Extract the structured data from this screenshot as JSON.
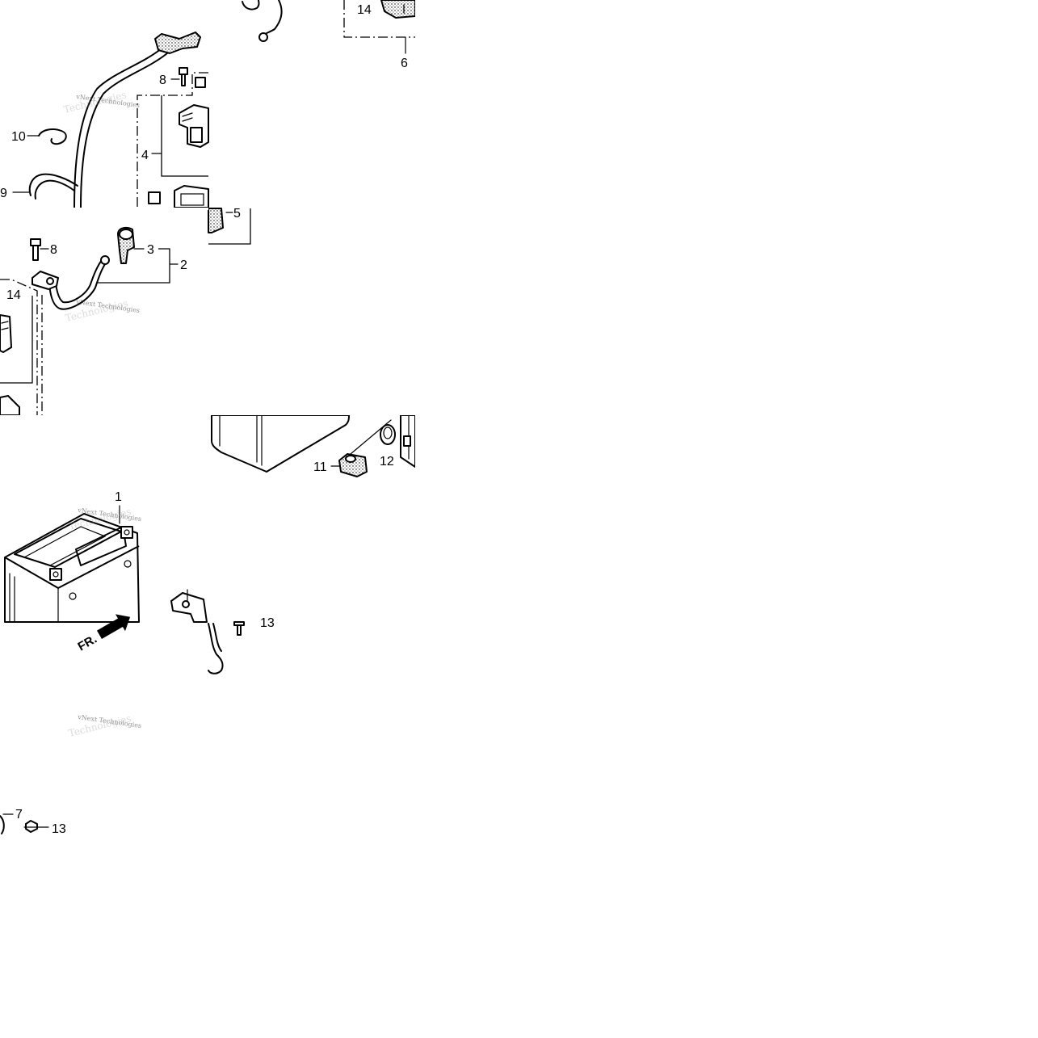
{
  "callouts": {
    "c1": "1",
    "c2": "2",
    "c3": "3",
    "c4": "4",
    "c5": "5",
    "c6": "6",
    "c7": "7",
    "c8a": "8",
    "c8b": "8",
    "c9": "9",
    "c10": "10",
    "c11": "11",
    "c12": "12",
    "c13a": "13",
    "c13b": "13",
    "c14a": "14",
    "c14b": "14"
  },
  "direction_label": "FR.",
  "watermark": {
    "brand_line": "vNext Technologies",
    "ghost_line": "Technologies"
  }
}
